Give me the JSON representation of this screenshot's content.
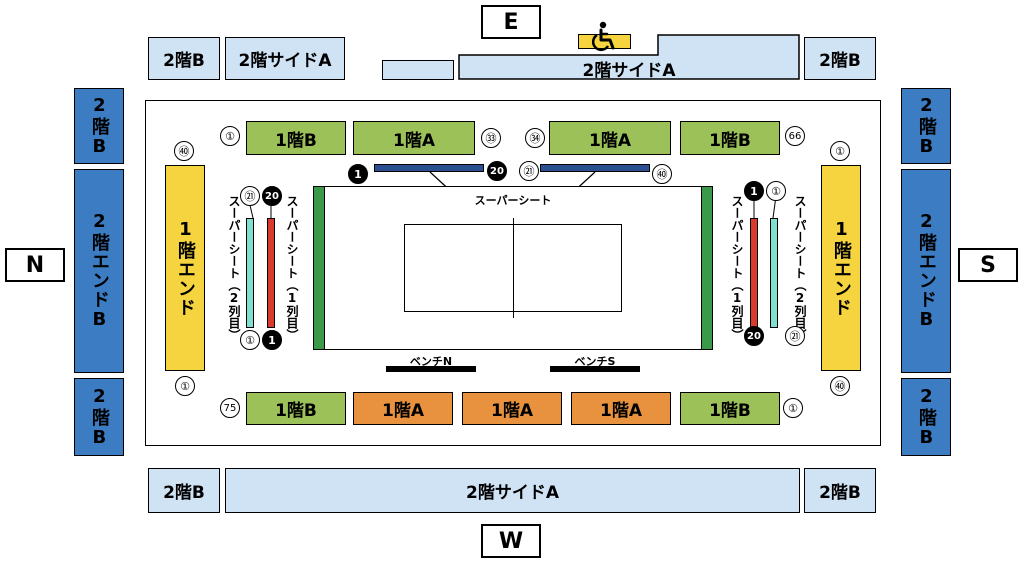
{
  "directions": {
    "north": "N",
    "south": "S",
    "east": "E",
    "west": "W"
  },
  "labels": {
    "f2b": "2階B",
    "f2_side_a": "2階サイドA",
    "f2_end_b": "2階エンドB",
    "f1b": "1階B",
    "f1a": "1階A",
    "f1_end": "1階エンド",
    "super_seat": "スーパーシート",
    "super_seat_1": "スーパーシート（1列目）",
    "super_seat_2": "スーパーシート（2列目）",
    "bench_n": "ベンチN",
    "bench_s": "ベンチS",
    "wheelchair_icon": "wheelchair-icon"
  },
  "seat_numbers": {
    "n1": "①",
    "n20": "⑳",
    "n21": "㉑",
    "n33": "㉝",
    "n34": "㉞",
    "n40": "㊵",
    "n66": "66",
    "n75": "75",
    "f1": "1",
    "f20": "20"
  },
  "colors": {
    "second_floor_b_dark": "#3b7cc2",
    "second_floor_light": "#cfe3f5",
    "first_floor_b": "#9cc158",
    "first_floor_a": "#e8913f",
    "first_floor_end": "#f5d43f",
    "super_seat_red": "#d83a2b",
    "super_seat_cyan": "#7fe0cf",
    "super_seat_blue": "#2b4f8f",
    "court_side_green": "#3b9a4a"
  }
}
